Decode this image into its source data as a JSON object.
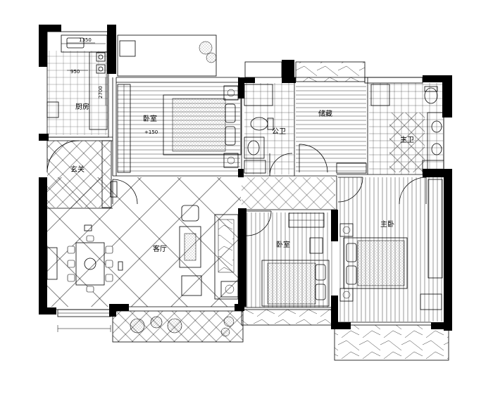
{
  "rooms": {
    "kitchen": "厨房",
    "bedroom_north": "卧室",
    "bedroom_north_level": "+150",
    "public_bath": "公卫",
    "study": "储藏",
    "master_bath": "主卫",
    "foyer": "玄关",
    "living": "客厅",
    "bedroom_small": "卧室",
    "master_bedroom": "主卧"
  },
  "dimensions": {
    "kitchen_width": "1350",
    "counter": "950",
    "kitchen_depth": "2700"
  }
}
